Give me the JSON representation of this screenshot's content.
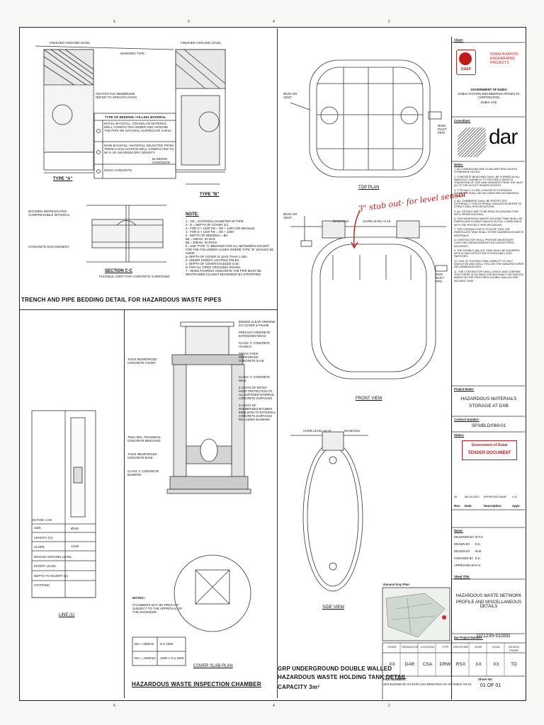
{
  "trench": {
    "title": "TRENCH AND PIPE BEDDING DETAIL FOR HAZARDOUS WASTE PIPES",
    "type_a": "TYPE \"A\"",
    "type_b": "TYPE \"B\"",
    "section_cc": "SECTION C-C",
    "section_cc_sub": "FLEXIBLE JOINT FOR CONCRETE SURROUND",
    "finished_ground": "FINISHED GROUND LEVEL",
    "warning_tape": "WARNING TAPE",
    "geotextile": "GEOTEXTILE MEMBRANE REFER TO SPECIFICATION",
    "bedding_header": "TYPE OF BEDDING / FILLING MATERIAL",
    "bedding_1": "INITIAL BACKFILL: GRANULAR MATERIAL WELL COMPACTED UNDER AND AROUND THE PIPE OR NATURAL AGGREGATE 3-6mm.",
    "bedding_2": "MAIN BACKFILL: MATERIAL SELECTED FROM TRENCH EXCAVATION WELL COMPACTED TO 95 % OF MAXIMUM DRY DENSITY",
    "bedding_3": "MASS CONCRETE",
    "blinding": "BLINDING CONCRETE",
    "bitumen": "BITUMEN IMPREGNATED COMPRESSIBLE MATERIAL",
    "concrete_encasement": "CONCRETE ENCASEMENT",
    "note_header": "NOTE:",
    "notes": [
      "1 - OD = EXTERNAL DIAMETER OF PIPE.",
      "2 - D = DEPTH OF COVER (m).",
      "3 - FOR D > 1200 TW = OD + 1200 (750 Minimum)",
      "4 - FOR D < 1200 TW = OD + 1000",
      "5 - DEPTH OF BEDDING = Bd",
      "Bd = 150mm, IN SOIL",
      "Bd = 200mm, IN ROCK",
      "6 - USE TYPE \"A\" BEDDING FOR ALL NETWORKS EXCEPT FOR THE FOLLOWING CASES WHERE TYPE \"B\" SHOULD BE USED:",
      "a- DEPTH OF COVER IS LESS THAN 1.20m.",
      "b- UNDER STREET LIGHTING POLES.",
      "c- DEPTH OF COVER EXCEEDS 5.0m.",
      "d- FOR ALL PIPES CROSSING ROADS.",
      "7 - WHEN POURING CONCRETE THE PIPE MUST BE RESTRAINED AGAINST MOVEMENT BY STRAPPING"
    ]
  },
  "chamber": {
    "title": "HAZARDOUS WASTE INSPECTION CHAMBER",
    "cover_slab": "COVER SLAB PLAN",
    "labels": [
      "500x500 CLEAR OPENING D-0 COVER & FRAME",
      "PRECAST CONCRETE EXTENSION RINGS",
      "CLASS 'A' CONCRETE HAUNCH",
      "250mm THICK REINFORCED CONCRETE SLAB",
      "CLASS 'A' CONCRETE WALL",
      "3 COATS OF EPOXY PAINT PROTECTION TO ALL EXPOSED INTERNAL CONCRETE SURFACES",
      "3 COATS OF RUBBERISED BITUMEN EMULSION TO EXTERNAL CONCRETE SURFACES INCLUDING BLINDING"
    ],
    "left_labels": [
      "THICK REINFORCED CONCRETE COVER",
      "75mm MIN. THICKNESS CONCRETE BENCHING",
      "THICK REINFORCED CONCRETE BASE",
      "CLASS 'C' CONCRETE BLINDING"
    ],
    "notes_header": "NOTES:-",
    "notes": "CHAMBERS MAY BE PRECAST SUBJECT TO THE APPROVAL OF THE ENGINEER.",
    "dim_table": [
      [
        "DIA = 600mm",
        "H ≤ 1000"
      ],
      [
        "DIA = 1000mm",
        "1000 < H ≤ 1800"
      ]
    ]
  },
  "line": {
    "title": "LINE (1)",
    "datum": "DATUM -2.00",
    "rows": [
      "SIZE",
      "LENGTH (m)",
      "SLOPE",
      "DESIGN GROUND LEVEL",
      "INVERT LEVEL",
      "DEPTH TO INVERT (m)",
      "STATIONS"
    ],
    "size_val": "Ø160",
    "slope_val": "1/100"
  },
  "tank": {
    "top_plan": "TOP PLAN",
    "front_view": "FRONT VIEW",
    "side_view": "SIDE VIEW",
    "title_line1": "GRP UNDERGROUND DOUBLE WALLED",
    "title_line2": "HAZARDOUS WASTE HOLDING TANK DETAIL",
    "title_line3": "CAPACITY 3m³",
    "labels": [
      "Ø100 AIR VENT",
      "Ø160 INLET PIPE",
      "MANHOLE",
      "CURB LEVEL+0.15",
      "Ø100 AIR VENT",
      "Ø160 INLET PIPE"
    ],
    "handwritten": "3\" stub out- for level sensor"
  },
  "titleblock": {
    "client_label": "Client:",
    "client_logo": "DAEP",
    "client_name": "DUBAI AVIATION ENGINEERING PROJECTS",
    "gov": "GOVERNMENT OF DUBAI",
    "gov2": "DUBAI AVIATION ENGINEERING PROJECTS CORPORATION",
    "gov3": "DUBAI-UAE",
    "consultant_label": "Consultant:",
    "consultant": "dar",
    "notes_label": "Notes:",
    "notes": [
      "1. ALL DIMENSIONS ARE IN MILLIMETERS UNLESS OTHERWISE NOTED.",
      "2. CONCRETE BENCHING SHALL BE FORMED IN ALL MANHOLE CHANNELS TO PROVIDE A SMOOTH TRANSITION OF SIZE AND GRADIENT FROM THE INLET (S) TO THE OUTLET SEWER INVERTS.",
      "3. TYPICALLY 3.0 MD. CONCRETE EXTENSION ELEMENTS SHALL BE INCLUDED BELOW MANHOLE COVERS.",
      "4. ALL CHAMBERS SHALL BE PROTECTED EXTERNALLY FOR EXTERNAL INSULATION REFER TO STRUCTURAL SPECIFICATIONS.",
      "5. ALL DETAILS ARE TO BE READ IN CONJUNCTION WITH SPECIFICATIONS.",
      "6. THE HAZARDOUS WASTE HOLDING TANK SHALL BE FIBERGLASS DOUBLE WALLED IN FULL COMPLIANCE WITH THE PROJECT SPECIFICATIONS.",
      "7. THE CONTRACTOR IS TO NOTE THAT THE FIBERGLASS TANK SHALL STORE HAZARDOUS WASTE MATERIALS.",
      "8. CONTRACTOR SHALL PROVIDE NECESSARY COUPLING ARRANGEMENTS INCLUDING PIPES, SOLVENTS.",
      "9. THE DOUBLE WALLED TANK SHALL BE EQUIPPED WITH A LEAK DETECTION SYSTEM AND LEVEL SWITCHES.",
      "10. SIZE OF HOLDING TANK CAPACITY IS ONLY INDICATIVE AND SHALL FOLLOW THE MANUFACTURER RECOMMENDATIONS.",
      "11. THE CONTRACTOR SHALL CHECK AND CONFIRM THAT THERE IS NO NEED FOR BUOYANCY MITIGATION BASED ON THE PROCURED DOUBLE WALLED GRP HOLDING TANK."
    ],
    "project_label": "Project Name:",
    "project_line1": "HAZARDOUS MATERIALS",
    "project_line2": "STORAGE AT DXB",
    "contract_label": "Contract Number:",
    "contract": "SP3/BLD/069-01",
    "status_label": "Status:",
    "gov_stamp": "Government of Dubai",
    "tender": "TENDER DOCUMENT",
    "rev_header": [
      "Rev",
      "Date",
      "Description",
      "Appr"
    ],
    "rev_rows": [
      [
        "00",
        "MA.04.2023",
        "APPROVED MAIN",
        "H.S."
      ]
    ],
    "name_label": "Name:",
    "people": [
      [
        "DESIGNED BY",
        "M.T.S"
      ],
      [
        "DRAWN BY",
        "E.K."
      ],
      [
        "DESIGN BY",
        "M.M."
      ],
      [
        "CHECKED BY",
        "E.K."
      ],
      [
        "APPROVED BY",
        "H.S."
      ]
    ],
    "sheet_title_label": "Sheet Title:",
    "sheet_line1": "HAZARDOUS WASTE NETWORK",
    "sheet_line2": "PROFILE AND MISCELLANEOUS DETAILS",
    "keyplan_label": "General Key Plan",
    "dn_label": "Dar Project Number:",
    "dn": "D21235-0100D",
    "code_headers": [
      "PHASE",
      "ORIGINATOR",
      "LOCATION",
      "TYPE",
      "DISCIPLINE",
      "ZONE",
      "LEVEL",
      "DESIGN PHASE"
    ],
    "code_values": [
      "XX",
      "DAR",
      "CSA",
      "DRW",
      "RSX",
      "XX",
      "XX",
      "TD"
    ],
    "file_label": "FILE NUMBER:",
    "file": "SP3-BLD069-01-XX-DAR-CSA-DRW-RSX-XX-XX-00001-TD-01",
    "sheet_label": "Sheet No:",
    "sheet": "01 OF 01"
  }
}
